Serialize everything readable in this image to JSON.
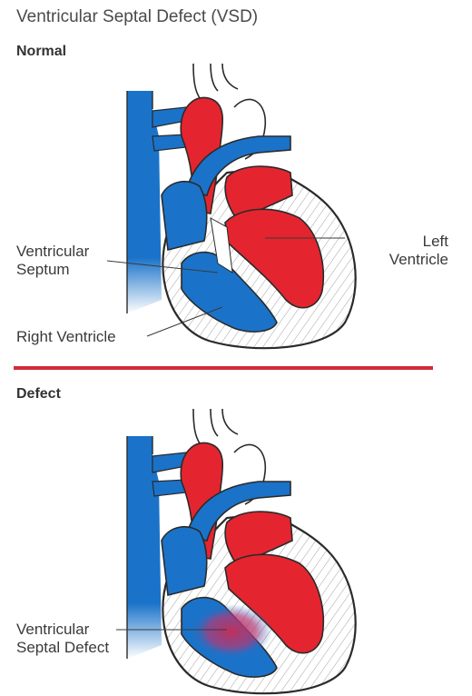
{
  "title": "Ventricular Septal Defect (VSD)",
  "sections": {
    "normal": {
      "heading": "Normal",
      "labels": {
        "left_ventricle_1": "Left",
        "left_ventricle_2": "Ventricle",
        "septum_1": "Ventricular",
        "septum_2": "Septum",
        "right_ventricle": "Right Ventricle"
      }
    },
    "defect": {
      "heading": "Defect",
      "labels": {
        "vsd_1": "Ventricular",
        "vsd_2": "Septal Defect"
      }
    }
  },
  "colors": {
    "oxygen_poor_blue": "#1a73c9",
    "oxygen_rich_red": "#e4252f",
    "divider_red": "#d42a3a",
    "outline": "#2a2a2a"
  }
}
